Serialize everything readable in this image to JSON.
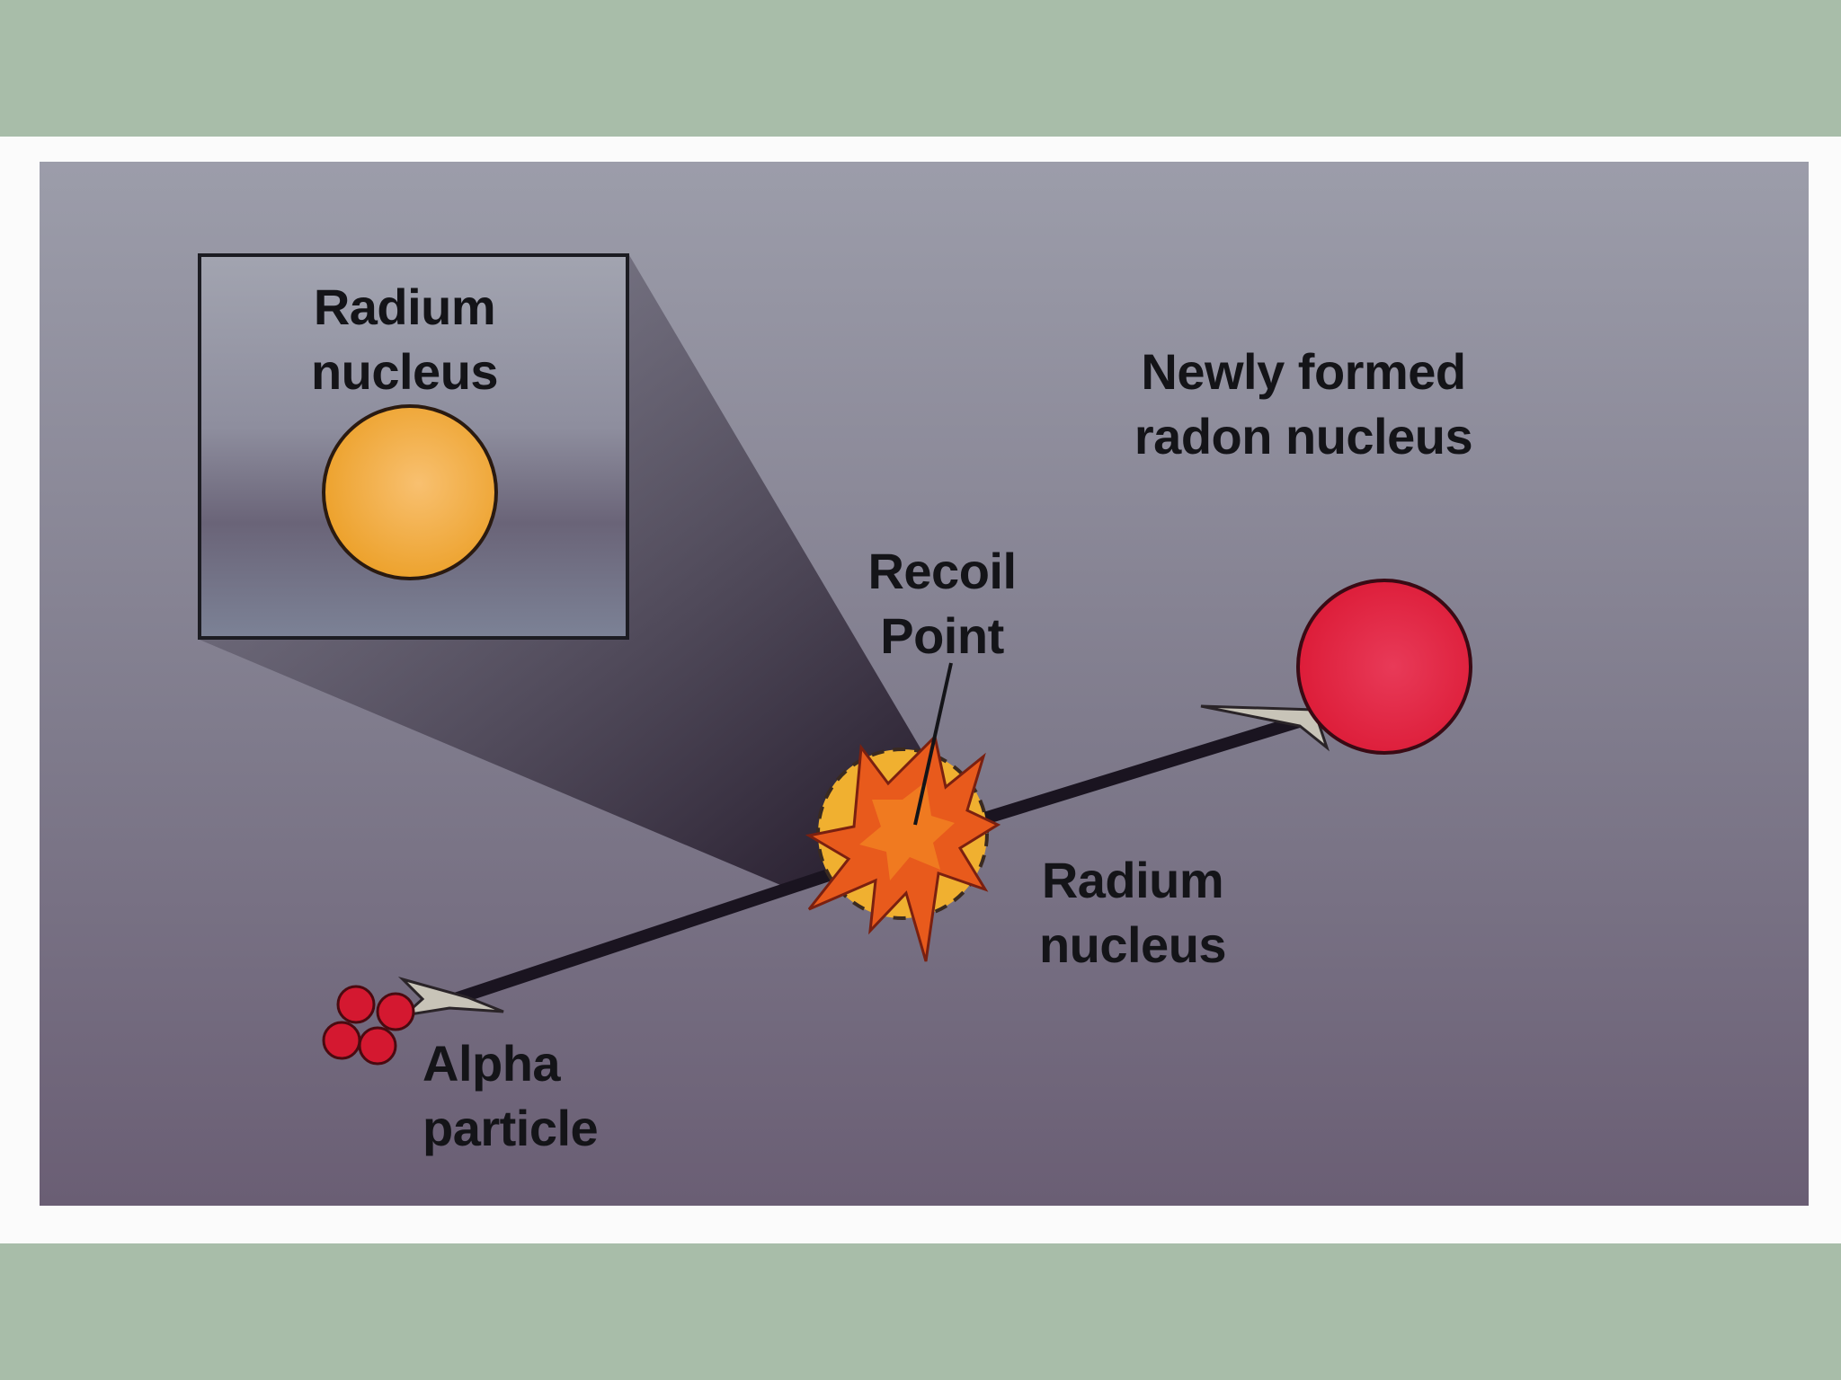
{
  "colors": {
    "page_band": "#a8bda9",
    "frame": "#fbfbfb",
    "panel_light": "#9a9ba8",
    "panel_dark": "#6a5e74",
    "radium_nucleus": "#f0a830",
    "radon_nucleus": "#e0203c",
    "alpha_particle": "#d41830",
    "explosion": "#e85a1c",
    "arrow_shaft": "#1a1420",
    "arrow_head": "#c8c4b8"
  },
  "labels": {
    "inset_radium": {
      "line1": "Radium",
      "line2": "nucleus"
    },
    "radon": {
      "line1": "Newly formed",
      "line2": "radon nucleus"
    },
    "recoil": {
      "line1": "Recoil",
      "line2": "Point"
    },
    "radium_center": {
      "line1": "Radium",
      "line2": "nucleus"
    },
    "alpha": {
      "line1": "Alpha",
      "line2": "particle"
    }
  }
}
